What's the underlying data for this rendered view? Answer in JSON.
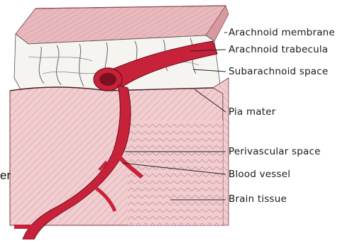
{
  "diagram": {
    "labels": {
      "arachnoid_membrane": "Arachnoid membrane",
      "arachnoid_trabecula": "Arachnoid trabecula",
      "subarachnoid_space": "Subarachnoid space",
      "pia_mater": "Pia mater",
      "perivascular_space": "Perivascular space",
      "blood_vessel": "Blood vessel",
      "brain_tissue": "Brain tissue"
    },
    "edge_text_fragment": "er"
  },
  "colors": {
    "tissue_pink": "#f0c6c9",
    "membrane_pink": "#e8b4b8",
    "vessel_red": "#c8223a",
    "vessel_dark": "#7c0f20",
    "hatch_line": "#c99aa0",
    "trabecula_white": "#f6f4f0"
  }
}
